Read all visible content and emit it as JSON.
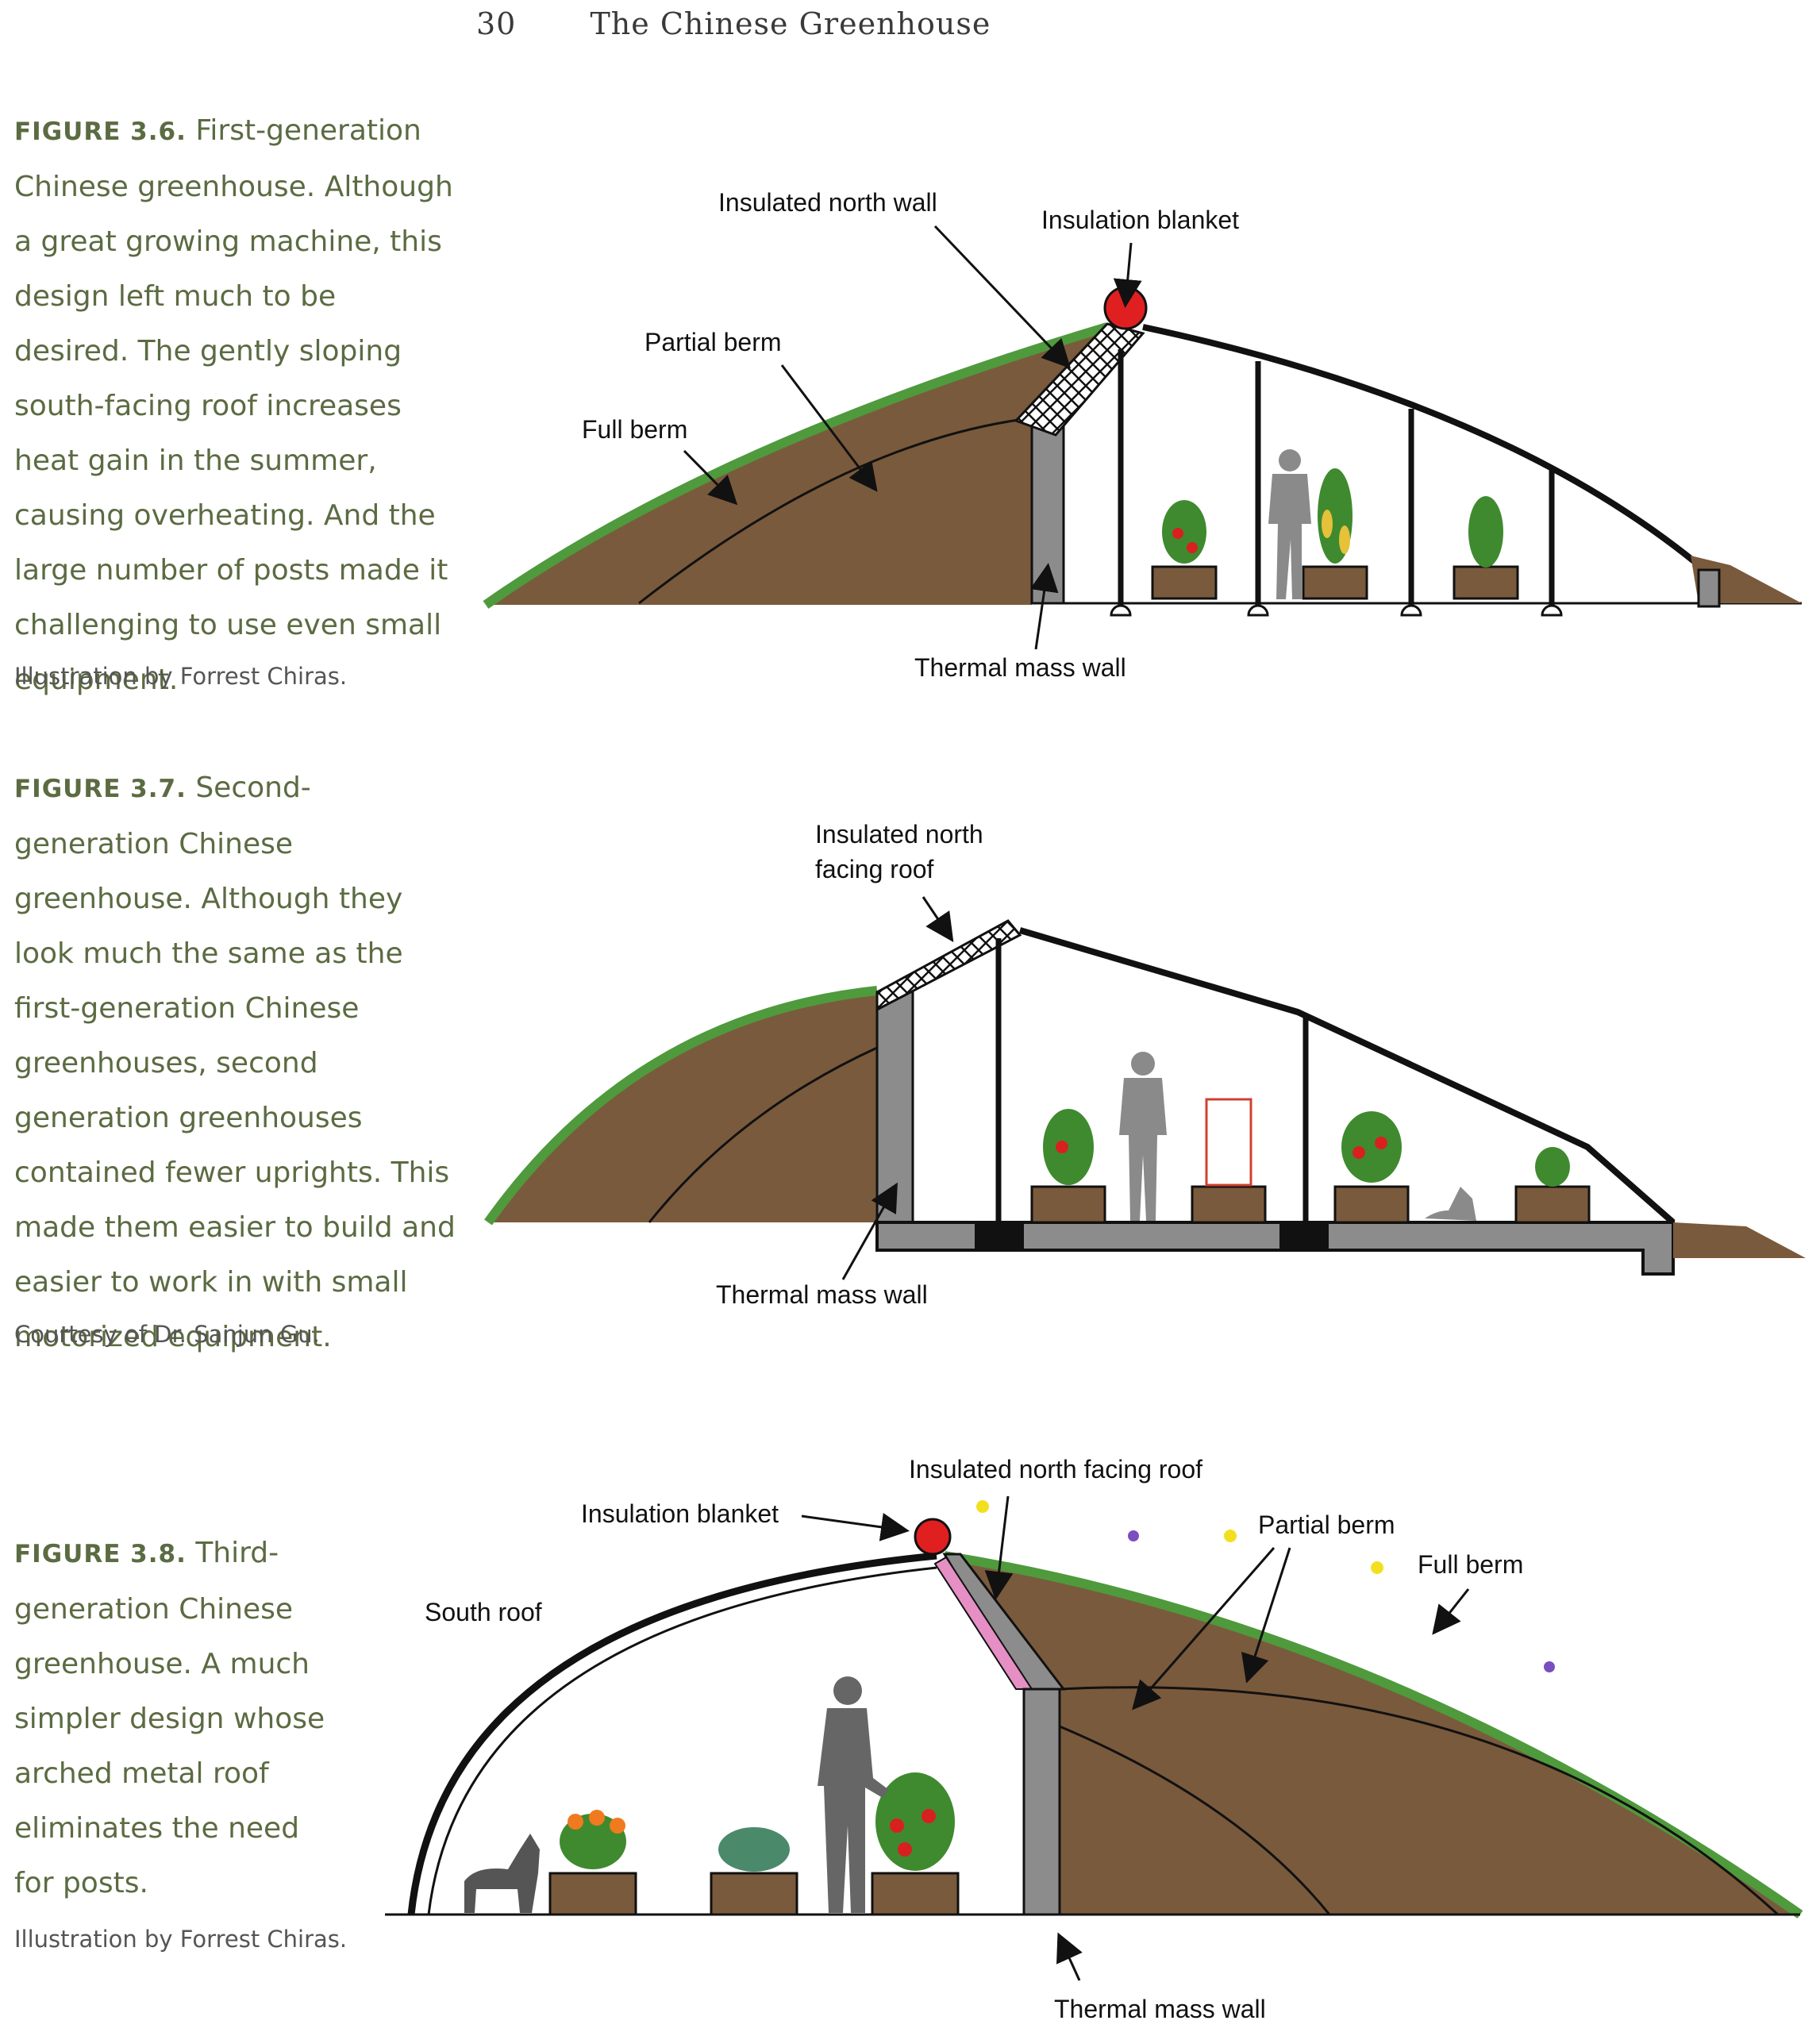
{
  "header": {
    "page_number": "30",
    "title": "The Chinese Greenhouse"
  },
  "figures": [
    {
      "label": "FIGURE 3.6.",
      "caption": "First-generation Chinese greenhouse. Although a great growing machine, this design left much to be desired. The gently sloping south-facing roof increases heat gain in the summer, causing overheating. And the large number of posts made it challenging to use even small equipment.",
      "credit": "Illustration by Forrest Chiras.",
      "labels": {
        "insulated_north_wall": "Insulated north wall",
        "insulation_blanket": "Insulation blanket",
        "partial_berm": "Partial berm",
        "full_berm": "Full berm",
        "thermal_mass_wall": "Thermal mass wall"
      }
    },
    {
      "label": "FIGURE 3.7.",
      "caption": "Second-generation Chinese greenhouse. Although they look much the same as the first-generation Chinese greenhouses, second generation greenhouses contained fewer uprights. This made them easier to build and easier to work in with small motorized equipment.",
      "credit": "Courtesy of Dr. Sanjun Gu.",
      "labels": {
        "insulated_north_roof_1": "Insulated north",
        "insulated_north_roof_2": "facing roof",
        "thermal_mass_wall": "Thermal mass wall"
      }
    },
    {
      "label": "FIGURE 3.8.",
      "caption": "Third-generation Chinese greenhouse. A much simpler design whose arched metal roof eliminates the need for posts.",
      "credit": "Illustration by Forrest Chiras.",
      "labels": {
        "insulated_north_facing_roof": "Insulated north facing roof",
        "insulation_blanket": "Insulation blanket",
        "partial_berm": "Partial berm",
        "full_berm": "Full berm",
        "south_roof": "South roof",
        "thermal_mass_wall": "Thermal mass wall"
      }
    }
  ],
  "colors": {
    "soil": "#7a5a3c",
    "grass": "#4f9a3c",
    "wall": "#8c8c8c",
    "blanket": "#e02020",
    "caption_text": "#5b6b42",
    "pink_layer": "#e58fc4",
    "figure_person": "#6e6e6e"
  }
}
